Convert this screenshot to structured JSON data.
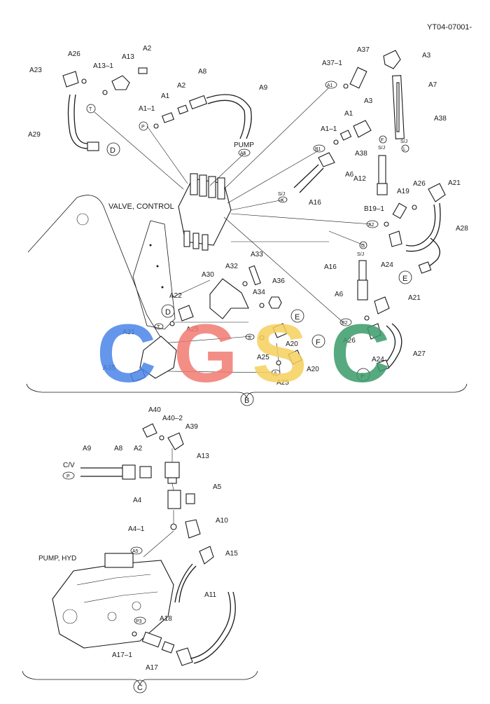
{
  "header": {
    "doc_code": "YT04-07001-"
  },
  "labels": {
    "valve_control": "VALVE, CONTROL",
    "pump": "PUMP",
    "pump_hyd": "PUMP, HYD",
    "cv": "C/V",
    "sj": "S/J"
  },
  "callouts": {
    "d": "D",
    "e": "E",
    "f": "F",
    "b": "B",
    "c": "C"
  },
  "ports": {
    "t": "T",
    "p": "P",
    "a5": "A5",
    "a1": "A1",
    "b1": "B1",
    "k": "K",
    "l": "L",
    "f": "F",
    "a2": "A2",
    "g": "G",
    "b2": "B2",
    "s": "S",
    "a": "A",
    "p3": "P3"
  },
  "parts": {
    "A23": "A23",
    "A26": "A26",
    "A13_1": "A13–1",
    "A13": "A13",
    "A2": "A2",
    "A1_1": "A1–1",
    "A1": "A1",
    "A8": "A8",
    "A9": "A9",
    "A29": "A29",
    "A37_1": "A37–1",
    "A37": "A37",
    "A3": "A3",
    "A7": "A7",
    "A38": "A38",
    "A6": "A6",
    "A16": "A16",
    "A12": "A12",
    "A19": "A19",
    "A21": "A21",
    "A28": "A28",
    "B19_1": "B19–1",
    "A24": "A24",
    "A32": "A32",
    "A33": "A33",
    "A30": "A30",
    "A34": "A34",
    "A36": "A36",
    "A22": "A22",
    "A25": "A25",
    "A31": "A31",
    "A35": "A35",
    "A20": "A20",
    "A27": "A27",
    "A40": "A40",
    "A40_2": "A40–2",
    "A39": "A39",
    "A5": "A5",
    "A4": "A4",
    "A4_1": "A4–1",
    "A10": "A10",
    "A15": "A15",
    "A11": "A11",
    "A18": "A18",
    "A17_1": "A17–1",
    "A17": "A17"
  },
  "watermark": {
    "letters": [
      "C",
      "G",
      "S",
      "C"
    ],
    "colors": [
      "#4a86e8",
      "#f07b72",
      "#f6cf5c",
      "#3a9b6a"
    ]
  }
}
